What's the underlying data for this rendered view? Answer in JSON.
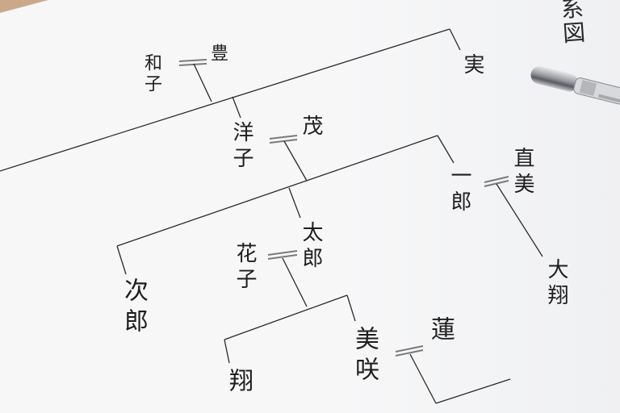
{
  "document": {
    "header": "系図",
    "people": {
      "kazuko": "和子",
      "yutaka": "豊",
      "minoru": "実",
      "yoko": "洋子",
      "shigeru": "茂",
      "ichiro": "一郎",
      "naomi": "直美",
      "taro": "太郎",
      "hanako": "花子",
      "jiro": "次郎",
      "daisho": "大翔",
      "misaki": "美咲",
      "ren": "蓮",
      "sho": "翔"
    }
  },
  "colors": {
    "paper": "#f7f7f8",
    "ink": "#1e1e1e",
    "marriage": "#6a6a6a"
  },
  "icons": [
    "pen-icon"
  ]
}
